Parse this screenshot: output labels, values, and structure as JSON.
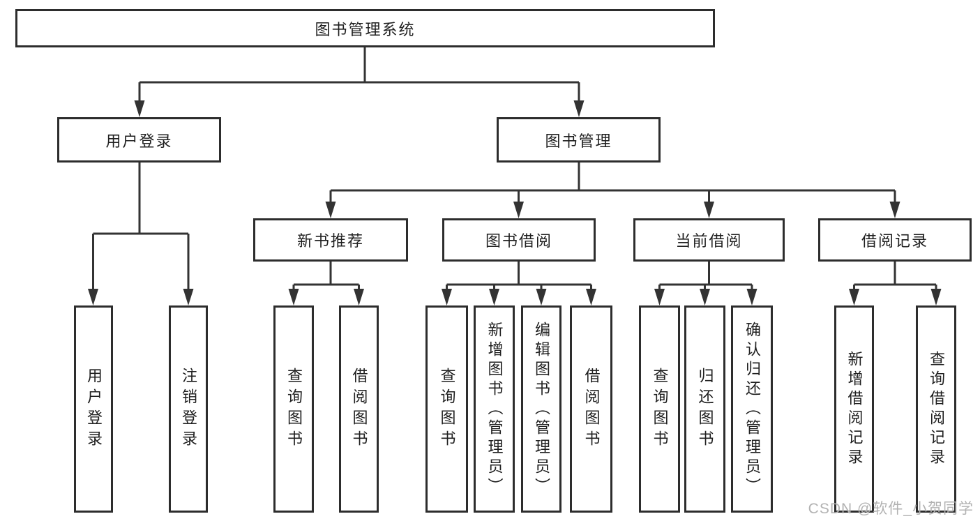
{
  "diagram": {
    "title": "图书管理系统",
    "level2": {
      "user_login": "用户登录",
      "book_management": "图书管理"
    },
    "level3": {
      "new_book_recommend": "新书推荐",
      "book_borrowing": "图书借阅",
      "current_borrowing": "当前借阅",
      "borrowing_records": "借阅记录"
    },
    "leaves": {
      "user_login_children": [
        "用户登录",
        "注销登录"
      ],
      "new_book_recommend_children": [
        "查询图书",
        "借阅图书"
      ],
      "book_borrowing_children": [
        "查询图书",
        "新增图书（管理员）",
        "编辑图书（管理员）",
        "借阅图书"
      ],
      "current_borrowing_children": [
        "查询图书",
        "归还图书",
        "确认归还（管理员）"
      ],
      "borrowing_records_children": [
        "新增借阅记录",
        "查询借阅记录"
      ]
    }
  },
  "watermark": "CSDN @软件_小贺同学",
  "colors": {
    "line": "#333333",
    "node_border": "#2d2d2d",
    "text": "#1f1f1f",
    "background": "#ffffff",
    "watermark": "#b2b2b2"
  }
}
